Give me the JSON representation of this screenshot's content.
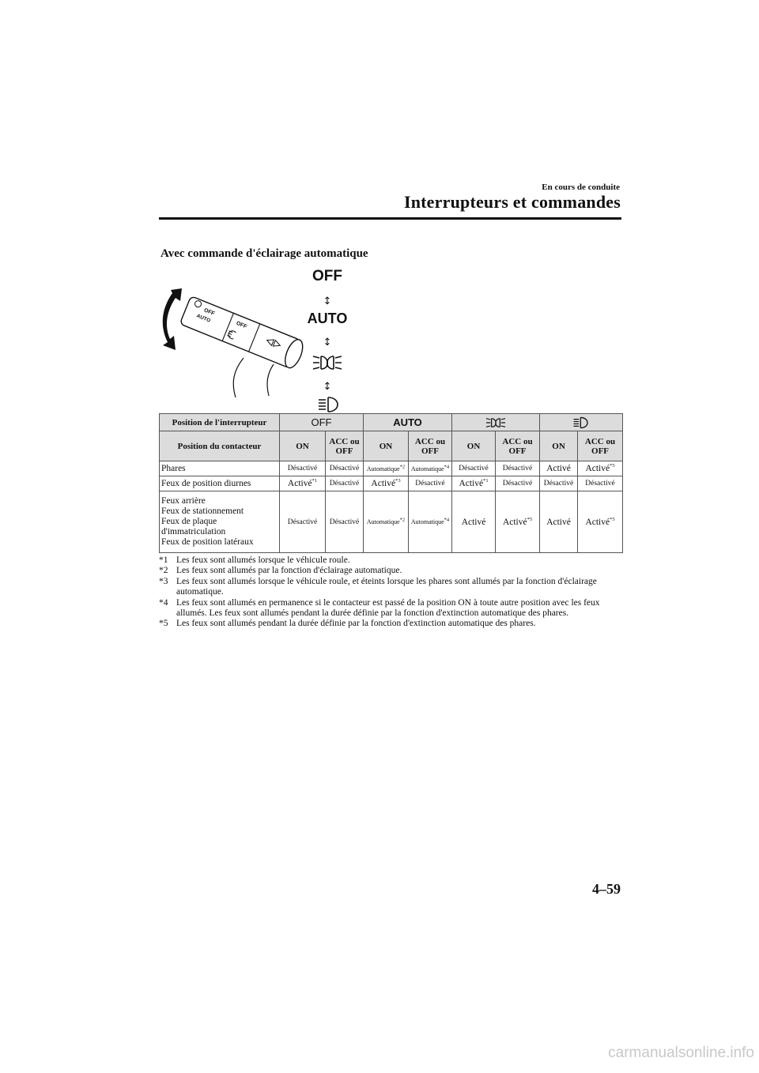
{
  "header": {
    "chapter": "En cours de conduite",
    "title": "Interrupteurs et commandes"
  },
  "section_title": "Avec commande d'éclairage automatique",
  "illustration": {
    "dial_labels": [
      "OFF",
      "AUTO",
      "OFF"
    ],
    "positions": [
      {
        "label": "OFF"
      },
      {
        "label": "AUTO"
      },
      {
        "icon": "headlight-icon"
      },
      {
        "icon": "parking-light-icon"
      }
    ],
    "arrow_glyph": "↕"
  },
  "table": {
    "switch_header": "Position de l'interrupteur",
    "switch_positions": [
      {
        "label": "OFF"
      },
      {
        "label": "AUTO"
      },
      {
        "icon": "headlight-icon"
      },
      {
        "icon": "parking-light-icon"
      }
    ],
    "ignition_header": "Position du contacteur",
    "ignition_on": "ON",
    "ignition_acc": "ACC ou OFF",
    "rows": [
      {
        "label": "Phares",
        "cells": [
          {
            "text": "Désactivé",
            "size": "sm",
            "sup": ""
          },
          {
            "text": "Désactivé",
            "size": "sm",
            "sup": ""
          },
          {
            "text": "Automatique",
            "size": "xs",
            "sup": "*2"
          },
          {
            "text": "Automatique",
            "size": "xs",
            "sup": "*4"
          },
          {
            "text": "Désactivé",
            "size": "sm",
            "sup": ""
          },
          {
            "text": "Désactivé",
            "size": "sm",
            "sup": ""
          },
          {
            "text": "Activé",
            "size": "",
            "sup": ""
          },
          {
            "text": "Activé",
            "size": "",
            "sup": "*5"
          }
        ]
      },
      {
        "label": "Feux de position diurnes",
        "cells": [
          {
            "text": "Activé",
            "size": "",
            "sup": "*1"
          },
          {
            "text": "Désactivé",
            "size": "sm",
            "sup": ""
          },
          {
            "text": "Activé",
            "size": "",
            "sup": "*3"
          },
          {
            "text": "Désactivé",
            "size": "sm",
            "sup": ""
          },
          {
            "text": "Activé",
            "size": "",
            "sup": "*1"
          },
          {
            "text": "Désactivé",
            "size": "sm",
            "sup": ""
          },
          {
            "text": "Désactivé",
            "size": "sm",
            "sup": ""
          },
          {
            "text": "Désactivé",
            "size": "sm",
            "sup": ""
          }
        ]
      },
      {
        "label_lines": [
          "Feux arrière",
          "Feux de stationnement",
          "Feux de plaque",
          "d'immatriculation",
          "Feux de position latéraux"
        ],
        "cells": [
          {
            "text": "Désactivé",
            "size": "sm",
            "sup": ""
          },
          {
            "text": "Désactivé",
            "size": "sm",
            "sup": ""
          },
          {
            "text": "Automatique",
            "size": "xs",
            "sup": "*2"
          },
          {
            "text": "Automatique",
            "size": "xs",
            "sup": "*4"
          },
          {
            "text": "Activé",
            "size": "",
            "sup": ""
          },
          {
            "text": "Activé",
            "size": "",
            "sup": "*5"
          },
          {
            "text": "Activé",
            "size": "",
            "sup": ""
          },
          {
            "text": "Activé",
            "size": "",
            "sup": "*5"
          }
        ]
      }
    ]
  },
  "notes": [
    {
      "key": "*1",
      "text": "Les feux sont allumés lorsque le véhicule roule."
    },
    {
      "key": "*2",
      "text": "Les feux sont allumés par la fonction d'éclairage automatique."
    },
    {
      "key": "*3",
      "text": "Les feux sont allumés lorsque le véhicule roule, et éteints lorsque les phares sont allumés par la fonction d'éclairage automatique."
    },
    {
      "key": "*4",
      "text": "Les feux sont allumés en permanence si le contacteur est passé de la position ON à toute autre position avec les feux allumés. Les feux sont allumés pendant la durée définie par la fonction d'extinction automatique des phares."
    },
    {
      "key": "*5",
      "text": "Les feux sont allumés pendant la durée définie par la fonction d'extinction automatique des phares."
    }
  ],
  "page_number": "4–59",
  "watermark": "carmanualsonline.info"
}
